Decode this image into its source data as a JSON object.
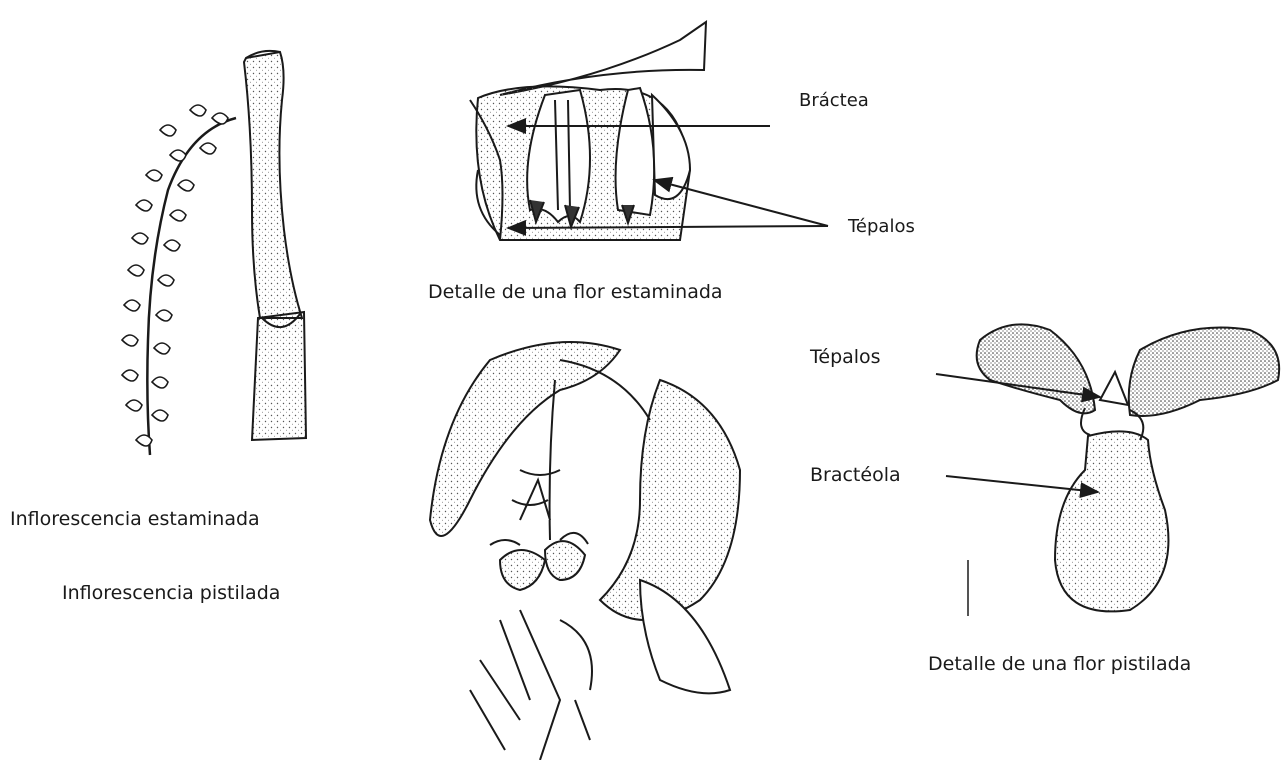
{
  "labels": {
    "bractea": "Bráctea",
    "tepalos_top": "Tépalos",
    "detalle_estaminada": "Detalle de una flor estaminada",
    "infl_estaminada": "Inflorescencia estaminada",
    "infl_pistilada": "Inflorescencia pistilada",
    "tepalos_right": "Tépalos",
    "bracteola": "Bractéola",
    "detalle_pistilada": "Detalle de una flor pistilada"
  },
  "colors": {
    "ink": "#1a1a1a",
    "stipple": "#555555",
    "background": "#ffffff"
  }
}
